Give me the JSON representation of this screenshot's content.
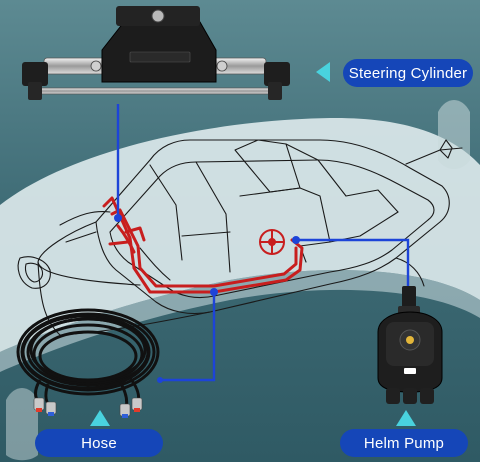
{
  "labels": {
    "steering_cylinder": "Steering Cylinder",
    "hose": "Hose",
    "helm_pump": "Helm Pump"
  },
  "colors": {
    "background": "#3f6b74",
    "label_fill": "#1546b8",
    "label_text": "#ffffff",
    "pointer": "#49d2de",
    "connector": "#1d44d8",
    "hydraulic_line": "#c81e1e",
    "boat_outline": "#1a1a1a"
  },
  "icons": {
    "pointer": "triangle-pointer-icon"
  }
}
